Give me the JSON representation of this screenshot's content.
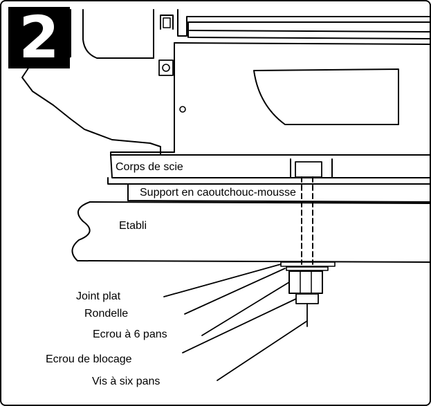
{
  "badge": {
    "number": "2"
  },
  "labels": {
    "corps_de_scie": "Corps de scie",
    "support": "Support en caoutchouc-mousse",
    "etabli": "Etabli",
    "joint_plat": "Joint plat",
    "rondelle": "Rondelle",
    "ecrou_6_pans": "Ecrou à 6 pans",
    "ecrou_blocage": "Ecrou de blocage",
    "vis_six_pans": "Vis à six pans"
  },
  "colors": {
    "ink": "#000000",
    "paper": "#ffffff"
  }
}
